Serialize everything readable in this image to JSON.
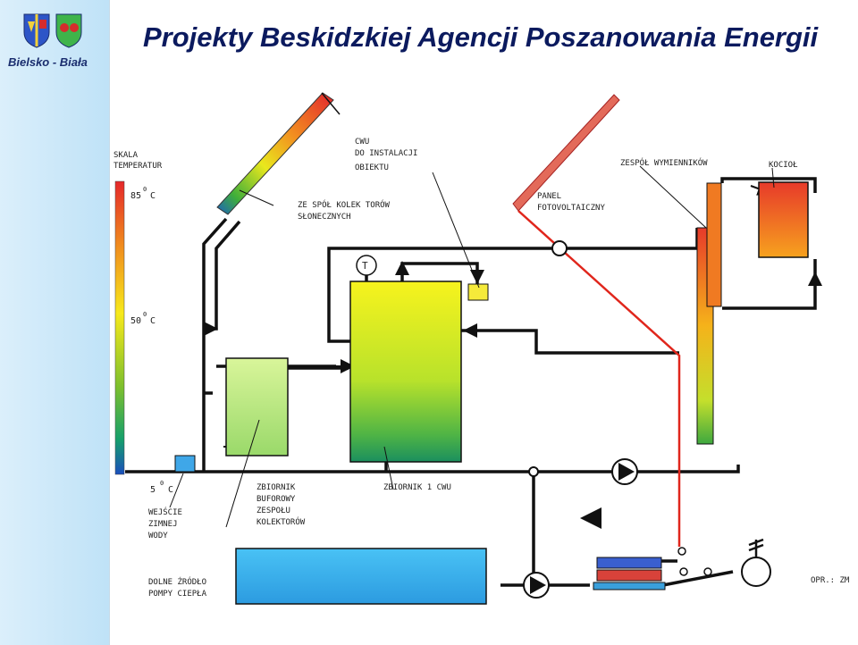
{
  "header": {
    "title": "Projekty Beskidzkiej Agencji Poszanowania Energii",
    "city": "Bielsko - Biała"
  },
  "colors": {
    "pipe": "#111111",
    "photovoltaic_line": "#e0261c",
    "buffer_tank": "#b9f07a",
    "cold_water": "#3fa7e8",
    "lower_source": "#2fb3ef"
  },
  "labels": {
    "temp_scale": [
      "SKALA",
      "TEMPERATUR"
    ],
    "t85": "85",
    "t50": "50",
    "t5": "5",
    "deg": "0",
    "unit_c": "C",
    "collectors": [
      "ZE SPÓŁ KOLEK TORÓW",
      "SŁONECZNYCH"
    ],
    "cwu_out": [
      "CWU",
      "DO INSTALACJI",
      "OBIEKTU"
    ],
    "panel": [
      "PANEL",
      "FOTOVOLTAICZNY"
    ],
    "exchangers": "ZESPÓŁ WYMIENNIKÓW",
    "boiler": "KOCIOŁ",
    "cold_in": [
      "WEJŚCIE",
      "ZIMNEJ",
      "WODY"
    ],
    "buffer": [
      "ZBIORNIK",
      "BUFOROWY",
      "ZESPOŁU",
      "KOLEKTORÓW"
    ],
    "cwu_tank": "ZBIORNIK 1 CWU",
    "lower_source": [
      "DOLNE ŹRÓDŁO",
      "POMPY CIEPŁA"
    ],
    "opr": "OPR.: ZM",
    "thermometer": "T"
  },
  "icons": [
    "coat-of-arms-icon",
    "city-shield-icon",
    "thermometer-icon",
    "pump-icon",
    "fan-heater-icon"
  ]
}
